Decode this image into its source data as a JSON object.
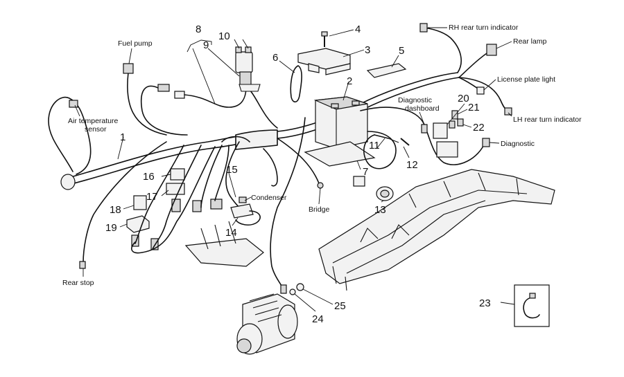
{
  "labels": {
    "fuel_pump": "Fuel pump",
    "air_temp_1": "Air temperature",
    "air_temp_2": "sensor",
    "rear_stop": "Rear stop",
    "condenser": "Condenser",
    "bridge": "Bridge",
    "rh_rear_turn": "RH rear turn indicator",
    "rear_lamp": "Rear lamp",
    "license_plate": "License plate light",
    "lh_rear_turn": "LH rear turn indicator",
    "diag_dash_1": "Diagnostic",
    "diag_dash_2": "dashboard",
    "diagnostic": "Diagnostic"
  },
  "callouts": [
    "1",
    "2",
    "3",
    "4",
    "5",
    "6",
    "7",
    "8",
    "9",
    "10",
    "11",
    "12",
    "13",
    "14",
    "15",
    "16",
    "17",
    "18",
    "19",
    "20",
    "21",
    "22",
    "23",
    "24",
    "25"
  ]
}
